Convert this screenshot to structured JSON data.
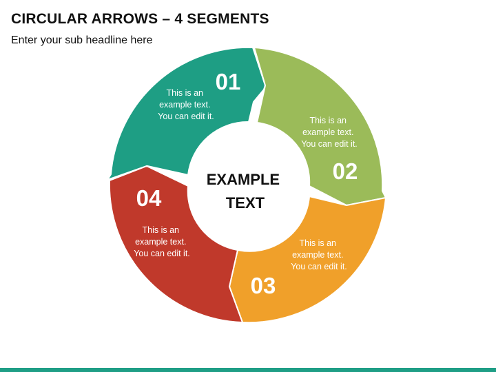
{
  "title": "CIRCULAR ARROWS – 4 SEGMENTS",
  "subtitle": "Enter your sub headline here",
  "center": {
    "line1": "EXAMPLE",
    "line2": "TEXT"
  },
  "segments": [
    {
      "number": "01",
      "text": [
        "This is an",
        "example text.",
        "You can edit it."
      ],
      "color": "#1e9e84"
    },
    {
      "number": "02",
      "text": [
        "This is an",
        "example text.",
        "You can edit it."
      ],
      "color": "#9bbb59"
    },
    {
      "number": "03",
      "text": [
        "This is an",
        "example text.",
        "You can edit it."
      ],
      "color": "#f0a02a"
    },
    {
      "number": "04",
      "text": [
        "This is an",
        "example text.",
        "You can edit it."
      ],
      "color": "#c0392b"
    }
  ],
  "accent_color": "#1f9e86"
}
